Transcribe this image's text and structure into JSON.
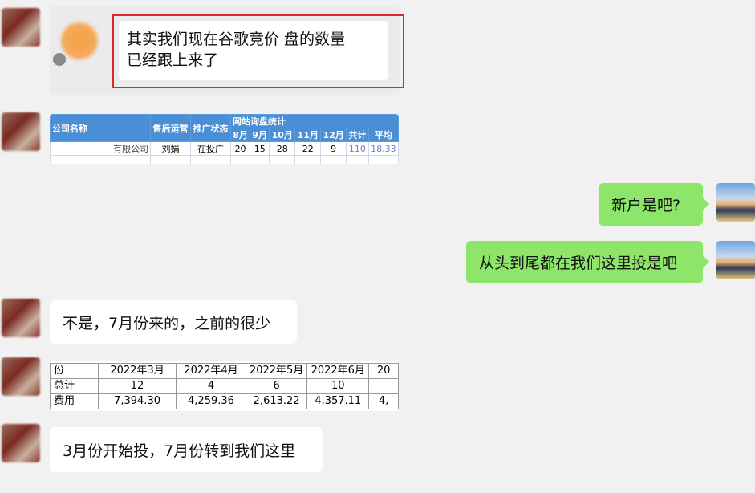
{
  "messages": [
    {
      "side": "left",
      "type": "quote",
      "text_line1": "其实我们现在谷歌竞价 盘的数量",
      "text_line2": "已经跟上来了"
    },
    {
      "side": "left",
      "type": "image",
      "table": {
        "header_group": "网站询盘统计",
        "headers": [
          "公司名称",
          "售后运营",
          "推广状态",
          "8月",
          "9月",
          "10月",
          "11月",
          "12月",
          "共计",
          "平均"
        ],
        "row": [
          "有限公司",
          "刘娟",
          "在投广",
          "20",
          "15",
          "28",
          "22",
          "9",
          "110",
          "18.33"
        ]
      }
    },
    {
      "side": "right",
      "type": "text",
      "text": "新户是吧?"
    },
    {
      "side": "right",
      "type": "text",
      "text": "从头到尾都在我们这里投是吧"
    },
    {
      "side": "left",
      "type": "text",
      "text": "不是，7月份来的，之前的很少"
    },
    {
      "side": "left",
      "type": "image",
      "table": {
        "rows": [
          [
            "份",
            "2022年3月",
            "2022年4月",
            "2022年5月",
            "2022年6月",
            "20"
          ],
          [
            "总计",
            "12",
            "4",
            "6",
            "10",
            ""
          ],
          [
            "费用",
            "7,394.30",
            "4,259.36",
            "2,613.22",
            "4,357.11",
            "4,"
          ]
        ]
      }
    },
    {
      "side": "left",
      "type": "text",
      "text": "3月份开始投，7月份转到我们这里"
    }
  ],
  "colors": {
    "background": "#f1f1f1",
    "sent_bubble": "#8de66a",
    "received_bubble": "#ffffff",
    "highlight_border": "#e0262b",
    "table_header": "#4a8ed6"
  }
}
